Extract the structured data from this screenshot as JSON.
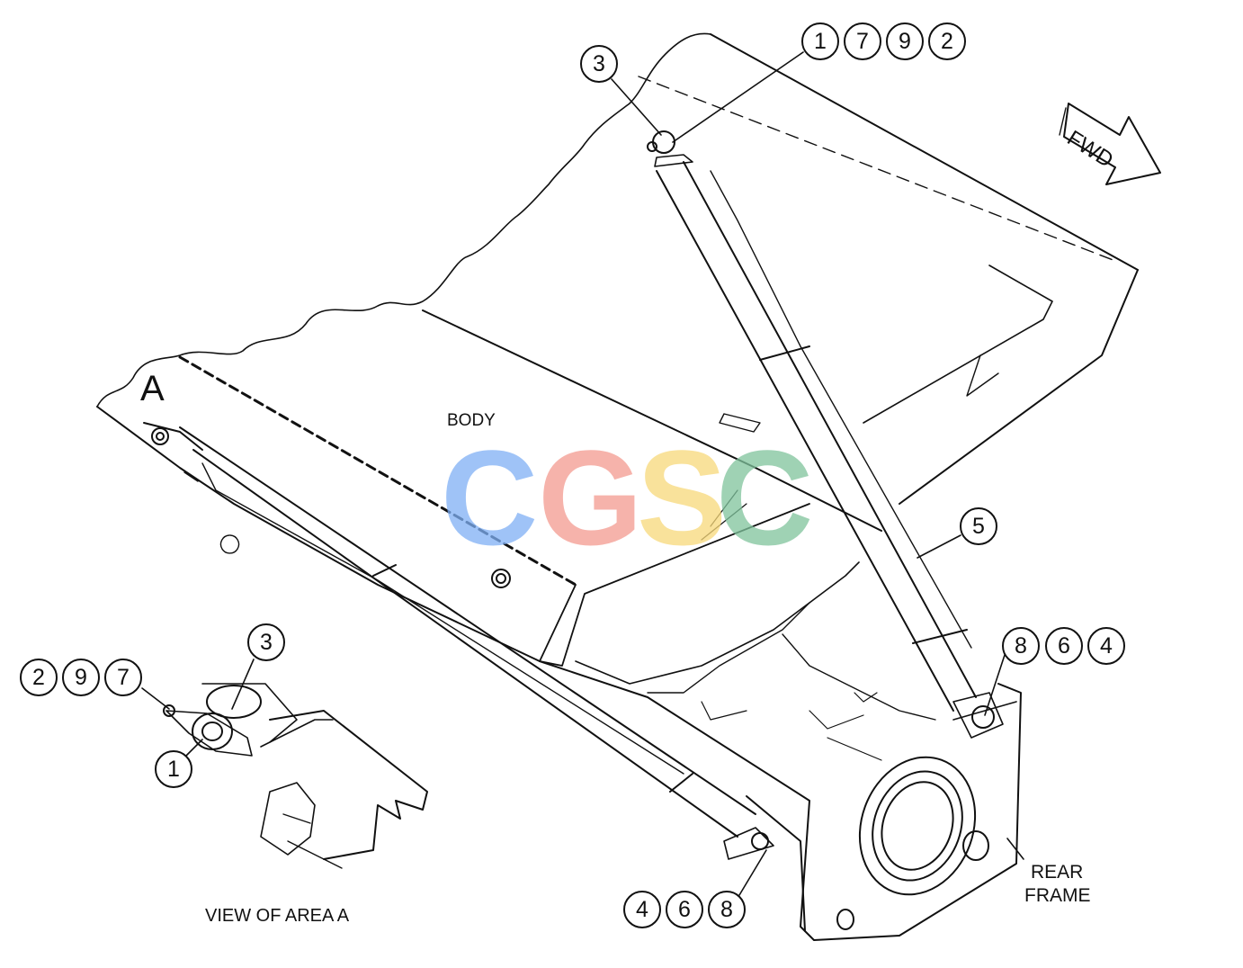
{
  "labels": {
    "area_letter": "A",
    "body": "BODY",
    "fwd": "FWD",
    "rear_frame_line1": "REAR",
    "rear_frame_line2": "FRAME",
    "view_of_area": "VIEW OF AREA A"
  },
  "callouts": {
    "top_left": [
      "3"
    ],
    "top_right": [
      "1",
      "7",
      "9",
      "2"
    ],
    "cylinder_middle": [
      "5"
    ],
    "right_lower": [
      "8",
      "6",
      "4"
    ],
    "bottom_center": [
      "4",
      "6",
      "8"
    ],
    "detail_left": [
      "2",
      "9",
      "7"
    ],
    "detail_top": [
      "3"
    ],
    "detail_bottom": [
      "1"
    ]
  },
  "watermark": {
    "letters": [
      "C",
      "G",
      "S",
      "C"
    ],
    "colors": [
      "#7fb0f5",
      "#f49a8f",
      "#f8d97a",
      "#7fc39c"
    ]
  }
}
